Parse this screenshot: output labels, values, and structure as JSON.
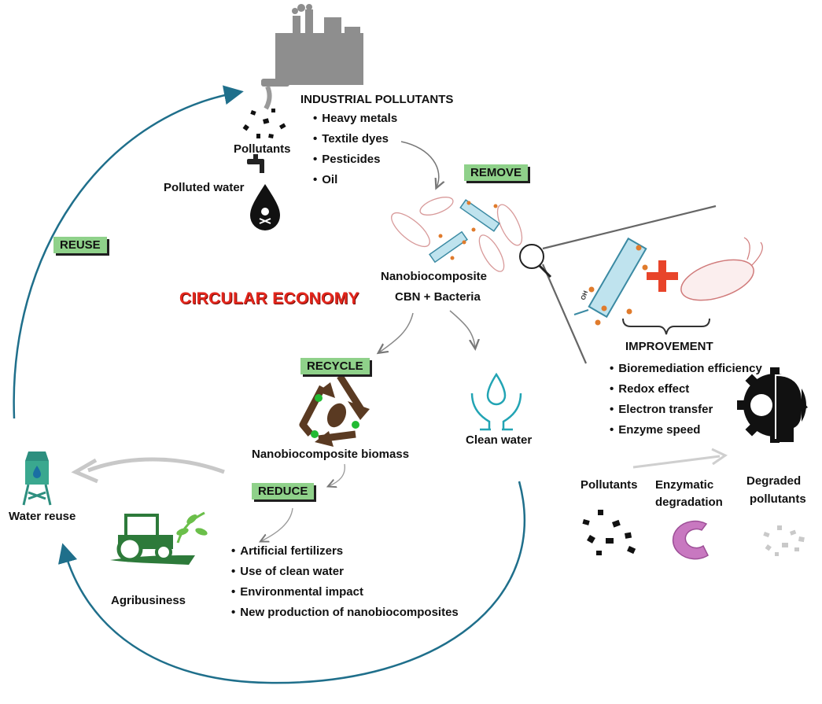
{
  "industrial": {
    "title": "INDUSTRIAL POLLUTANTS",
    "items": [
      "Heavy metals",
      "Textile dyes",
      "Pesticides",
      "Oil"
    ]
  },
  "pollutants_label": "Pollutants",
  "polluted_water_label": "Polluted water",
  "tags": {
    "remove": "REMOVE",
    "reuse": "REUSE",
    "recycle": "RECYCLE",
    "reduce": "REDUCE"
  },
  "circular_economy": "CIRCULAR ECONOMY",
  "nanobiocomposite": {
    "line1": "Nanobiocomposite",
    "line2": "CBN + Bacteria"
  },
  "improvement": {
    "title": "IMPROVEMENT",
    "items": [
      "Bioremediation efficiency",
      "Redox effect",
      "Electron transfer",
      "Enzyme speed"
    ]
  },
  "clean_water": "Clean water",
  "biomass": "Nanobiocomposite biomass",
  "reduce_items": [
    "Artificial fertilizers",
    "Use of clean water",
    "Environmental impact",
    "New production of nanobiocomposites"
  ],
  "water_reuse": "Water reuse",
  "agribusiness": "Agribusiness",
  "degradation": {
    "pollutants": "Pollutants",
    "enzymatic_line1": "Enzymatic",
    "enzymatic_line2": "degradation",
    "degraded_line1": "Degraded",
    "degraded_line2": "pollutants"
  },
  "plus_sign": "+",
  "oh_label": "OH",
  "colors": {
    "tag_green": "#8fd18a",
    "cycle_arrow": "#1f6f8b",
    "circular_red": "#e4261c",
    "plus_red": "#e8442a",
    "recycle_brown": "#5a3a22",
    "enzyme_pink": "#c878c0",
    "clean_water_teal": "#22a4b4"
  }
}
